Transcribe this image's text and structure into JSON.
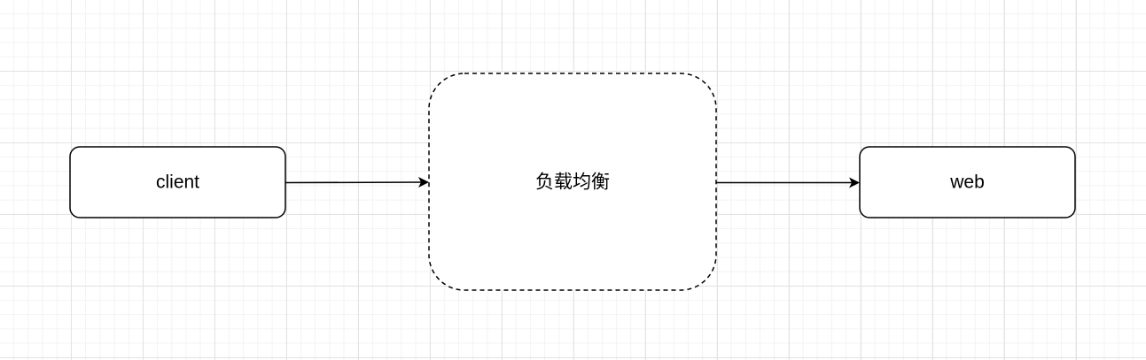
{
  "diagram": {
    "nodes": {
      "client": {
        "label": "client"
      },
      "load_balancer": {
        "label": "负载均衡"
      },
      "web": {
        "label": "web"
      }
    },
    "edges": [
      {
        "from": "client",
        "to": "load_balancer"
      },
      {
        "from": "load_balancer",
        "to": "web"
      }
    ]
  }
}
